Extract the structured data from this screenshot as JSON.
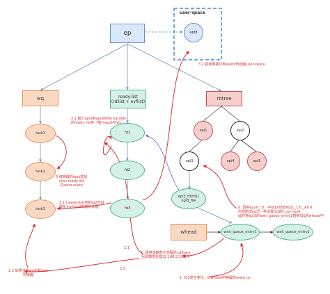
{
  "nodes": {
    "ep": "ep",
    "user_space": "user-space",
    "epfd": "epfd",
    "wq": "wq",
    "ready_list_line1": "ready-list",
    "ready_list_line2": "(rdllist + ovflist)",
    "rbtree": "rbtree",
    "task1": "task1",
    "task2": "task2",
    "task3": "task3",
    "fd1": "fd1",
    "fd2": "fd2",
    "fd3": "fd3",
    "epi1": "epi1",
    "epi2": "epi2",
    "epi3": "epi3",
    "epi4": "epi4",
    "epi5": "epi5",
    "epi3_fd_line1": "epi3_fd(fd1)",
    "epi3_fd_line2": "epi3_file",
    "whead": "whead",
    "wait_queue_entry1": "wait_queue_entry1",
    "wait_queue_entry2": "wait_queue_entry2"
  },
  "notes": {
    "n32": "3.2 把结果拷贝到event传回给user-space",
    "n21_l1": "2.1 插入epi3到epi3的file handler",
    "n21_l2": "的ready list中（插入epi3与fd1）",
    "n3_l1": "3 被唤醒的task查找",
    "n3_l2": "scan ready list",
    "n3_l3": "并send event",
    "n31_l1": "3.1 (ready-list)中的epi与fd",
    "n31_l2": "转化为vfspoll唤醒的处理",
    "n0_l1": "0. 调用epoll_ctl，中fd1对应EPOLL_CTL_ADD",
    "n0_l2": "内部新增epi3，并设置fd1的f_op->poll",
    "n0_l3": "此时将epi3的wait_queue_entry1插到fd1的whead中",
    "n2_l1": "2. 调用该链表主流程的callback",
    "n2_l2": "回调数据处理(2.1)和(2.2)两件",
    "n2_1": "2.1",
    "n2_2": "2.2",
    "n22_l1": "2.2 如果当前wq中有task",
    "n22_l2": "则唤醒",
    "n1": "1. fd1发生变化，从whead中唤醒的wake up"
  }
}
